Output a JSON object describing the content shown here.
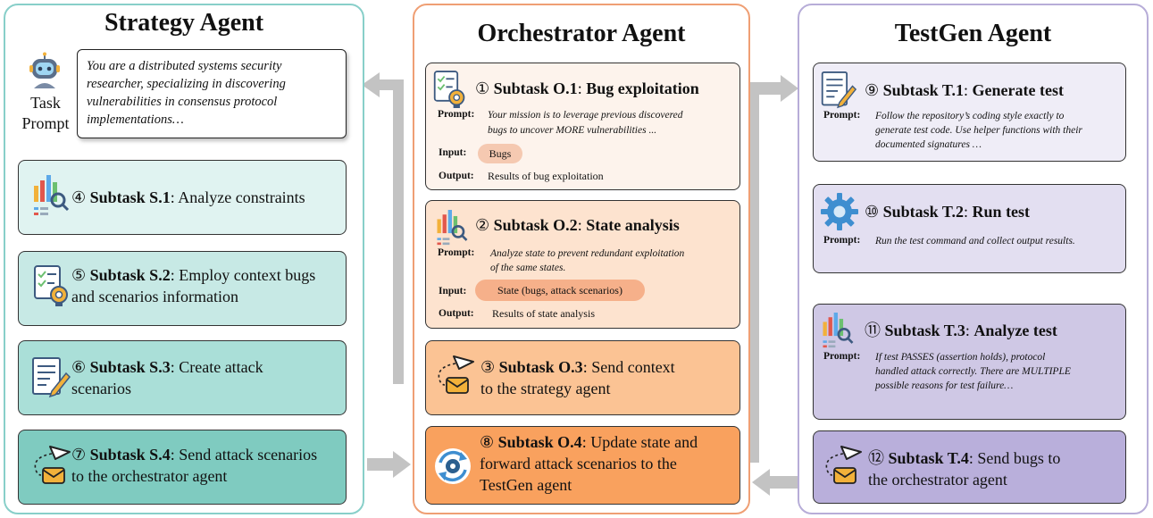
{
  "strategy": {
    "title": "Strategy Agent",
    "task_label_1": "Task",
    "task_label_2": "Prompt",
    "task_prompt": "You are a distributed systems security researcher, specializing in discovering vulnerabilities in consensus protocol implementations…",
    "subtasks": [
      {
        "num": "④",
        "id": "Subtask S.1",
        "colon": ":",
        "desc_1": "Analyze constraints",
        "desc_2": ""
      },
      {
        "num": "⑤",
        "id": "Subtask S.2",
        "colon": ":",
        "desc_1": "Employ context bugs",
        "desc_2": "and scenarios information"
      },
      {
        "num": "⑥",
        "id": "Subtask S.3",
        "colon": ":",
        "desc_1": "Create attack",
        "desc_2": "scenarios"
      },
      {
        "num": "⑦",
        "id": "Subtask S.4",
        "colon": ":",
        "desc_1": "Send attack scenarios",
        "desc_2": "to the orchestrator agent"
      }
    ]
  },
  "orchestrator": {
    "title": "Orchestrator Agent",
    "o1": {
      "num": "①",
      "id": "Subtask O.1",
      "colon": ": ",
      "name": "Bug exploitation",
      "prompt_label": "Prompt:",
      "prompt_1": "Your mission is to leverage previous discovered",
      "prompt_2": "bugs to uncover MORE vulnerabilities ...",
      "input_label": "Input:",
      "input": "Bugs",
      "output_label": "Output:",
      "output": "Results of bug exploitation"
    },
    "o2": {
      "num": "②",
      "id": "Subtask O.2",
      "colon": ": ",
      "name": "State analysis",
      "prompt_label": "Prompt:",
      "prompt_1": "Analyze state to prevent redundant exploitation",
      "prompt_2": "of the same states.",
      "input_label": "Input:",
      "input": "State (bugs, attack scenarios)",
      "output_label": "Output:",
      "output": "Results of state analysis"
    },
    "o3": {
      "num": "③",
      "id": "Subtask O.3",
      "colon": ":",
      "desc_1": "Send context",
      "desc_2": "to the strategy agent"
    },
    "o4": {
      "num": "⑧",
      "id": "Subtask O.4",
      "colon": ":",
      "desc_1": "Update state and",
      "desc_2": "forward attack scenarios to the",
      "desc_3": "TestGen agent"
    }
  },
  "testgen": {
    "title": "TestGen Agent",
    "t1": {
      "num": "⑨",
      "id": "Subtask T.1",
      "colon": ": ",
      "name": "Generate test",
      "prompt_label": "Prompt:",
      "prompt_1": "Follow the repository’s coding style exactly to",
      "prompt_2": "generate test code. Use helper functions with their",
      "prompt_3": "documented signatures …"
    },
    "t2": {
      "num": "⑩",
      "id": "Subtask T.2",
      "colon": ": ",
      "name": "Run test",
      "prompt_label": "Prompt:",
      "prompt_1": "Run the test command and collect output results."
    },
    "t3": {
      "num": "⑪",
      "id": "Subtask T.3",
      "colon": ": ",
      "name": "Analyze test",
      "prompt_label": "Prompt:",
      "prompt_1": "If test PASSES (assertion holds), protocol",
      "prompt_2": "handled attack correctly. There are MULTIPLE",
      "prompt_3": "possible reasons for test failure…"
    },
    "t4": {
      "num": "⑫",
      "id": "Subtask T.4",
      "colon": ":",
      "desc_1": "Send bugs to",
      "desc_2": "the orchestrator agent"
    }
  },
  "colors": {
    "strategy_border": "#88cfc9",
    "orchestrator_border": "#ef9f74",
    "testgen_border": "#b7add8",
    "arrow": "#c3c3c3"
  }
}
